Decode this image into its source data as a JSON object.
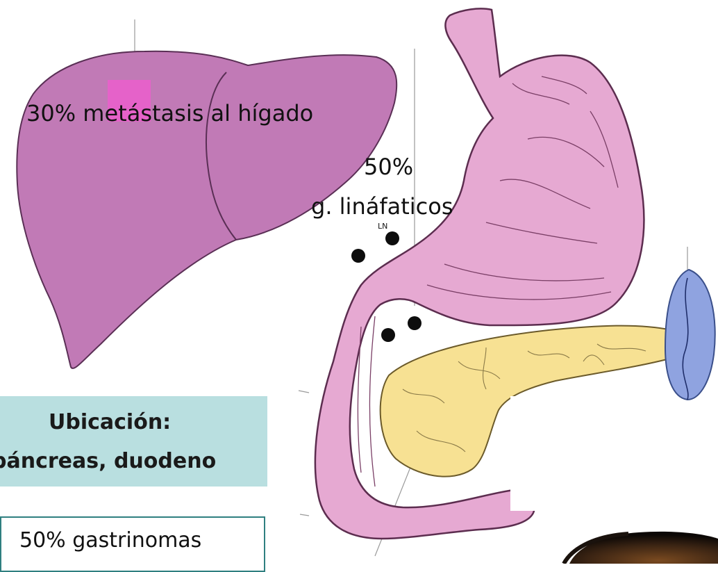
{
  "labels": {
    "liver_metastasis": "30% metástasis al hígado",
    "lymph_percent": "50%",
    "lymph_nodes": "g. lináfaticos",
    "ln_tag": "LN",
    "location_title": "Ubicación:",
    "location_value": "páncreas, duodeno",
    "gastrinoma": "50% gastrinomas"
  },
  "colors": {
    "liver": "#c17ab6",
    "liver_spot": "#e562c9",
    "stomach": "#e6a9d2",
    "stomach_outline": "#5c2d4f",
    "pancreas": "#f7e193",
    "spleen": "#8fa3e0",
    "location_box": "#b9dfe0",
    "gastrinoma_border": "#2f7f80"
  }
}
